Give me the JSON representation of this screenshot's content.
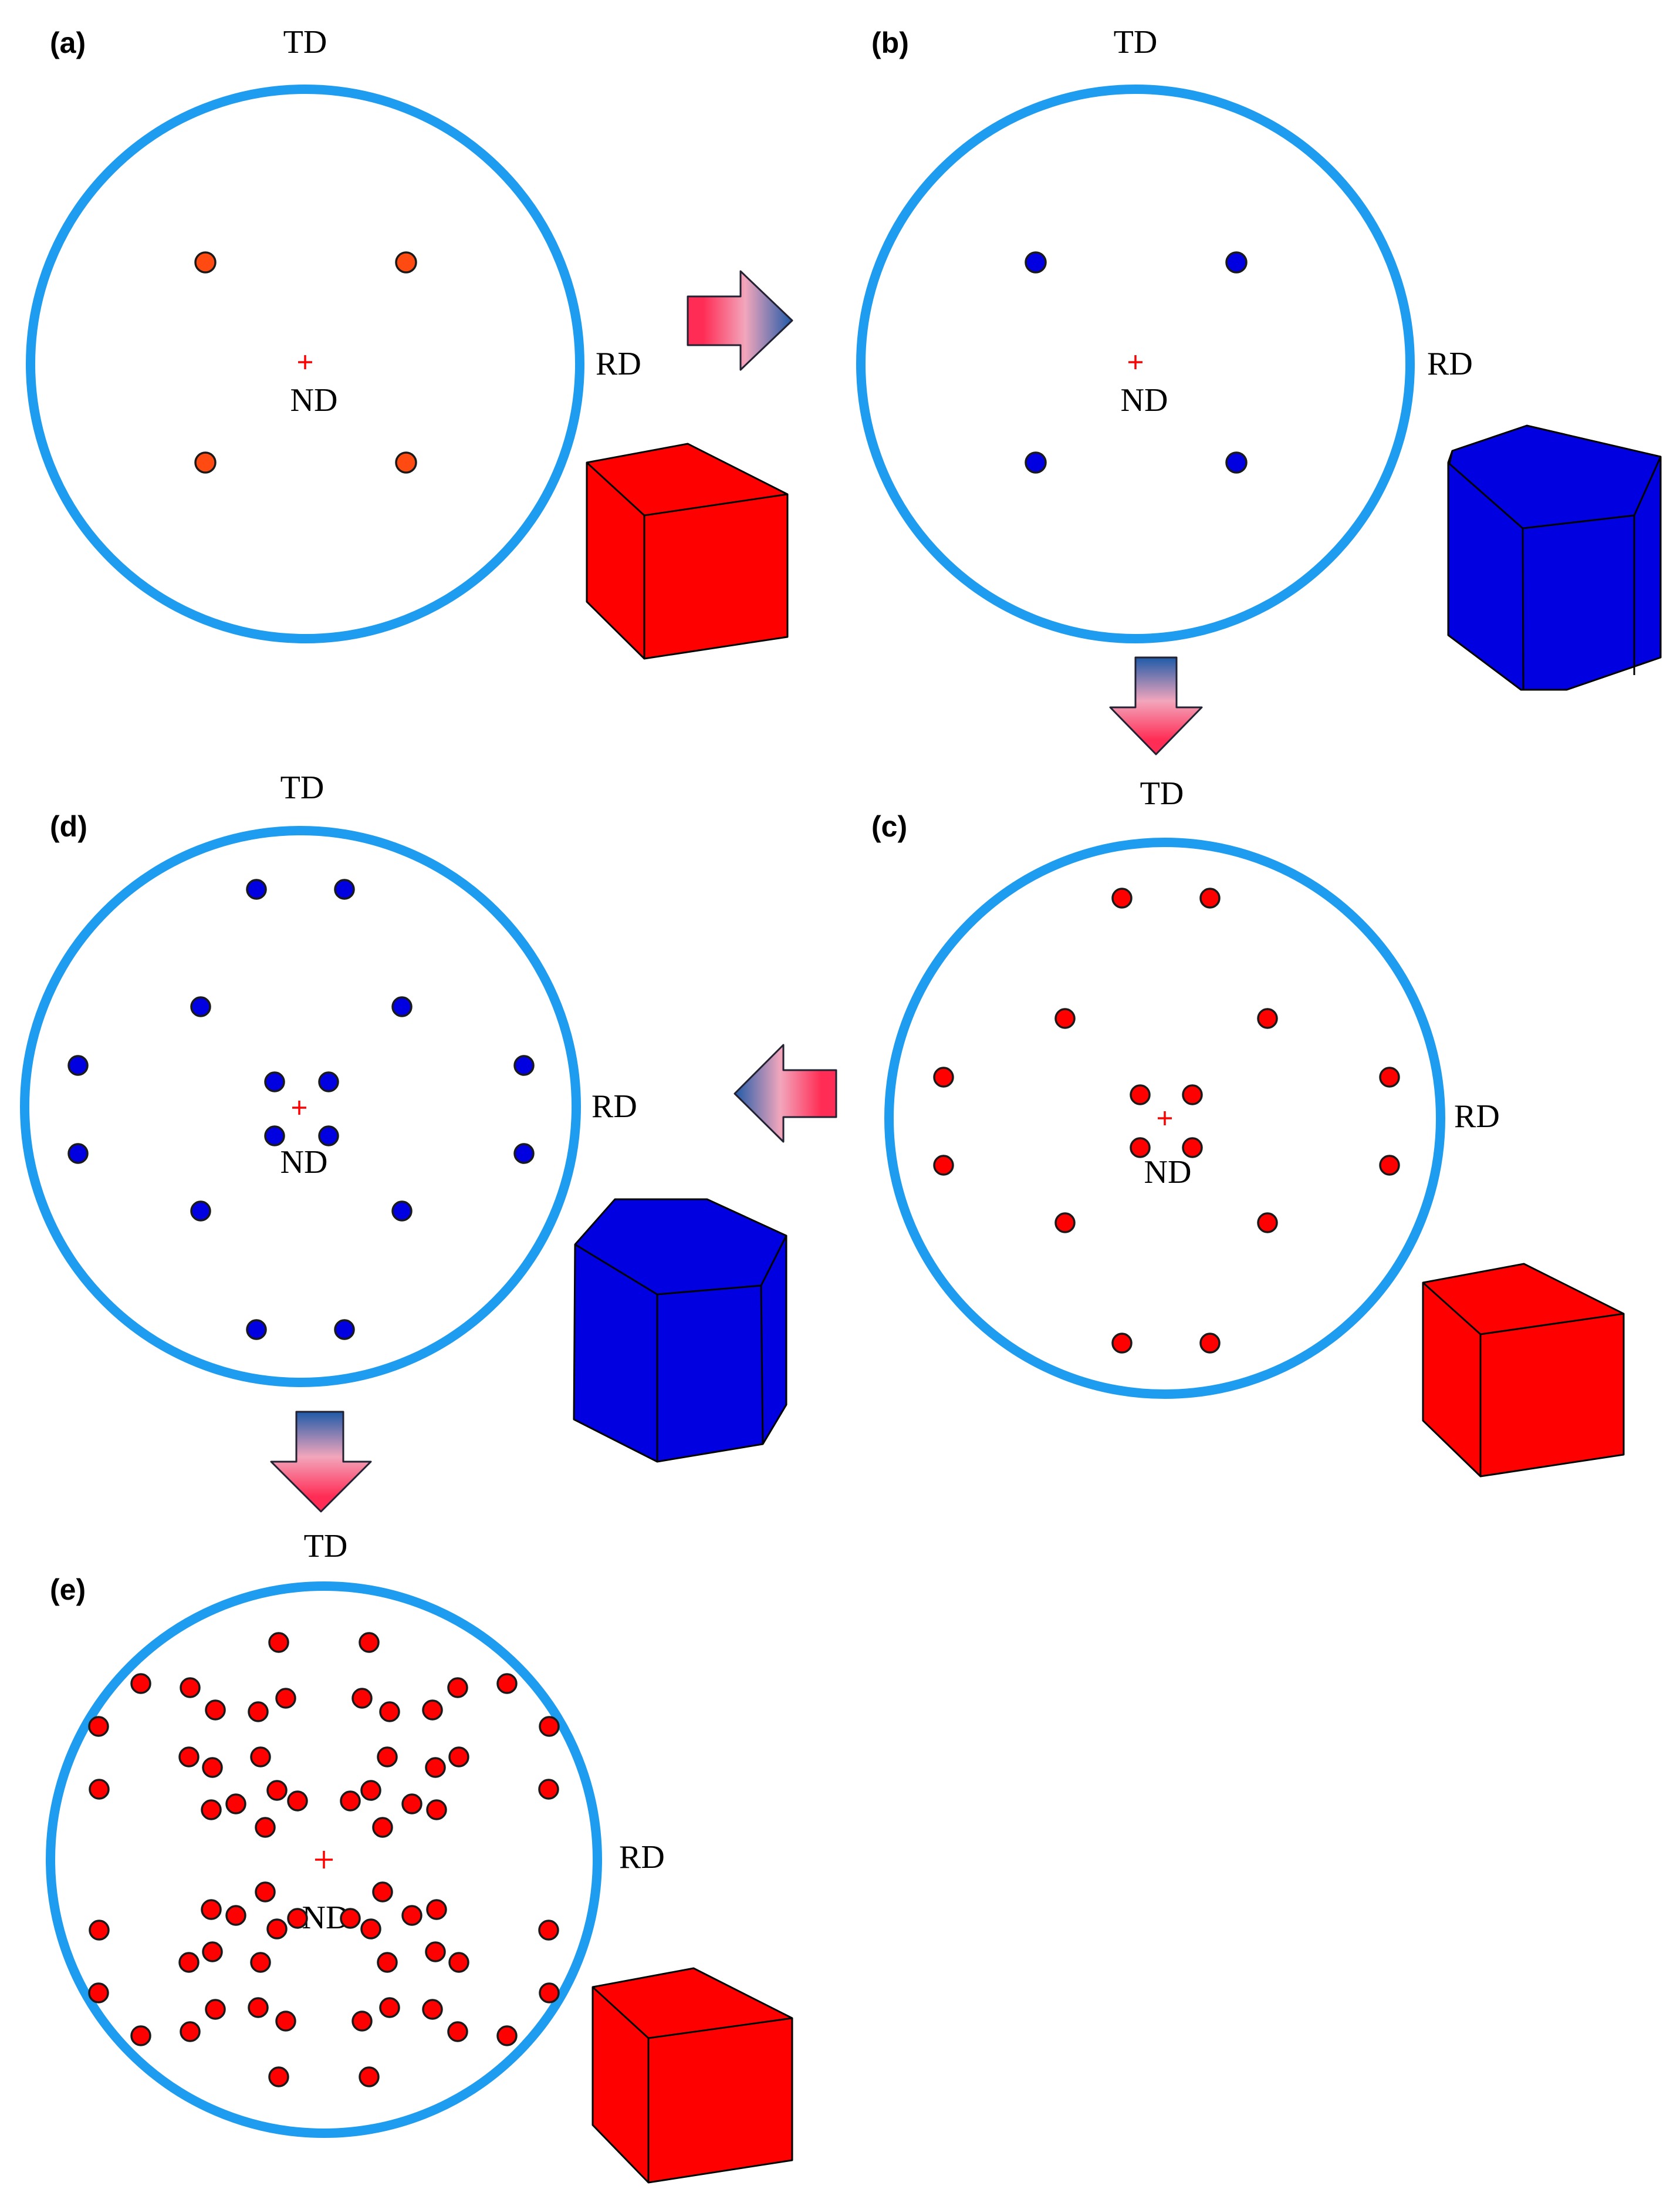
{
  "colors": {
    "circle": "#1e9cf0",
    "cubic": "#ff0000",
    "cubic_points_a": "#ff4a12",
    "hexagonal": "#0000e0",
    "center_cross": "#ff0000",
    "arrow_red": "#ff2d55",
    "arrow_blue": "#1f5aa8"
  },
  "panels": [
    {
      "id": "a",
      "label": "(a)",
      "top_axis": "TD",
      "side_axis": "RD",
      "center_axis": "ND",
      "phase": "cubic",
      "pole_count": 4
    },
    {
      "id": "b",
      "label": "(b)",
      "top_axis": "TD",
      "side_axis": "RD",
      "center_axis": "ND",
      "phase": "hexagonal",
      "pole_count": 4
    },
    {
      "id": "c",
      "label": "(c)",
      "top_axis": "TD",
      "side_axis": "RD",
      "center_axis": "ND",
      "phase": "cubic",
      "pole_count": 16
    },
    {
      "id": "d",
      "label": "(d)",
      "top_axis": "TD",
      "side_axis": "RD",
      "center_axis": "ND",
      "phase": "hexagonal",
      "pole_count": 16
    },
    {
      "id": "e",
      "label": "(e)",
      "top_axis": "TD",
      "side_axis": "RD",
      "center_axis": "ND",
      "phase": "cubic",
      "pole_count": 64
    }
  ],
  "arrows": [
    {
      "from": "a",
      "to": "b",
      "direction": "right"
    },
    {
      "from": "b",
      "to": "c",
      "direction": "down"
    },
    {
      "from": "c",
      "to": "d",
      "direction": "left"
    },
    {
      "from": "d",
      "to": "e",
      "direction": "down"
    }
  ]
}
